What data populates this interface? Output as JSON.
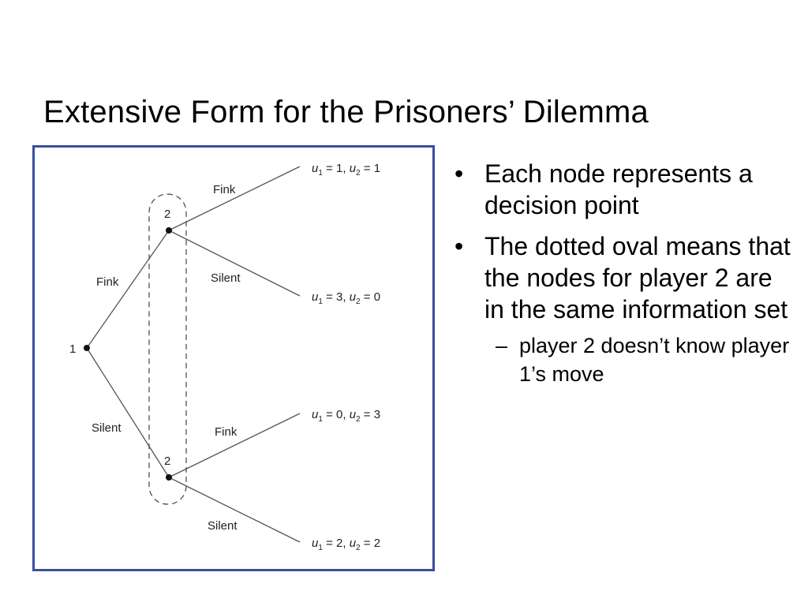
{
  "slide": {
    "title": "Extensive Form for the Prisoners’ Dilemma"
  },
  "diagram": {
    "root_label": "1",
    "info_set_node_top_label": "2",
    "info_set_node_bottom_label": "2",
    "edge_labels": {
      "player1_fink": "Fink",
      "player1_silent": "Silent",
      "top_fink": "Fink",
      "top_silent": "Silent",
      "bottom_fink": "Fink",
      "bottom_silent": "Silent"
    },
    "payoffs": [
      {
        "u1": "1",
        "u2": "1"
      },
      {
        "u1": "3",
        "u2": "0"
      },
      {
        "u1": "0",
        "u2": "3"
      },
      {
        "u1": "2",
        "u2": "2"
      }
    ],
    "frame_color": "#3a4f9c"
  },
  "bullets": [
    {
      "marker": "•",
      "text": "Each node represents a decision point",
      "sub": []
    },
    {
      "marker": "•",
      "text": "The dotted oval means that the nodes for player 2 are in the same information set",
      "sub": [
        {
          "marker": "–",
          "text": "player 2 doesn’t know player 1’s move"
        }
      ]
    }
  ]
}
